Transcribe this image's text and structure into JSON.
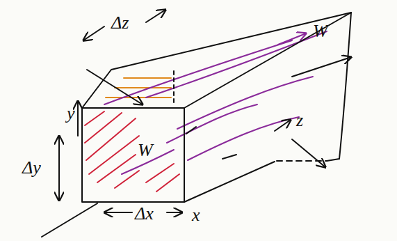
{
  "diagram": {
    "labels": [
      "Δz",
      "W",
      "y",
      "Δy",
      "W",
      "z",
      "Δx",
      "x"
    ]
  }
}
